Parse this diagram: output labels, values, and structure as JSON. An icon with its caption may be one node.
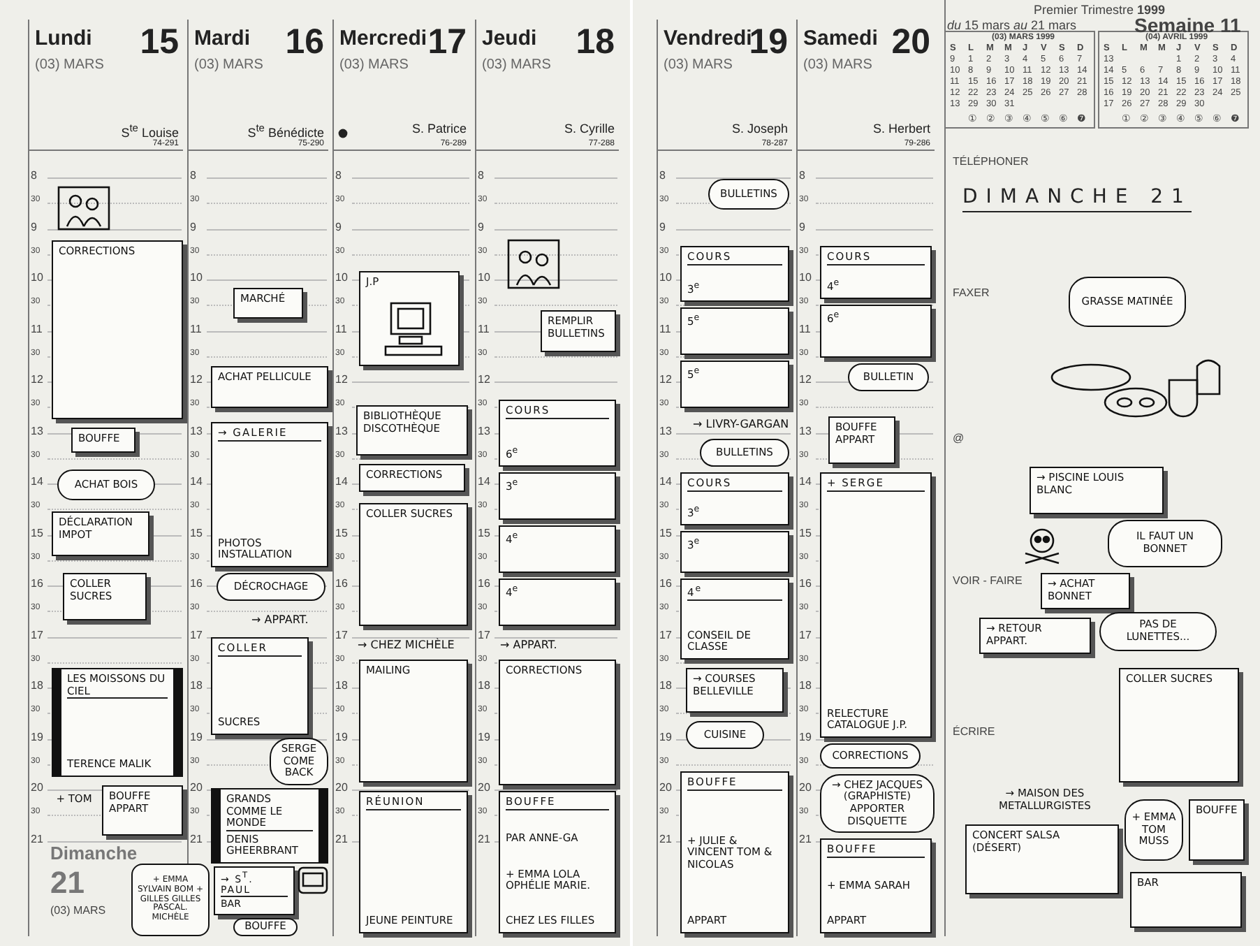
{
  "diagram": {
    "nodes": [
      {
        "text": [
          "Lundi",
          "15",
          "(03) MARS",
          "S$^{te}$ Louise",
          "74-291"
        ]
      },
      {
        "text": [
          "CORRECTIONS"
        ],
        "in": 0
      },
      {
        "text": [
          "BOUFFE"
        ],
        "in": 0
      },
      {
        "text": [
          "ACHAT BOIS"
        ],
        "in": 0
      },
      {
        "text": [
          "DÉCLARATION IMPOT"
        ],
        "in": 0
      },
      {
        "text": [
          "COLLER SUCRES"
        ],
        "in": 0
      },
      {
        "text": [
          "LES MOISSONS DU CIEL",
          "TERENCE MALIK"
        ],
        "in": 0
      },
      {
        "text": [
          "BOUFFE APPART"
        ],
        "in": 0,
        "beside": [
          "+ TOM"
        ]
      },
      {
        "text": [
          "Mardi",
          "16",
          "(03) MARS",
          "S$^{te}$ Bénédicte",
          "75-290"
        ]
      },
      {
        "text": [
          "MARCHÉ"
        ],
        "in": 8
      },
      {
        "text": [
          "ACHAT PELLICULE"
        ],
        "in": 8
      },
      {
        "text": [
          "→ GALERIE",
          "PHOTOS INSTALLATION"
        ],
        "in": 8
      },
      {
        "text": [
          "DÉCROCHAGE"
        ],
        "in": 8
      },
      {
        "text": [
          "COLLER",
          "SUCRES"
        ],
        "in": 8
      },
      {
        "text": [
          "SERGE COME BACK"
        ],
        "in": 8
      },
      {
        "text": [
          "GRANDS COMME LE MONDE",
          "DENIS GHEERBRANT"
        ],
        "in": 8
      },
      {
        "text": [
          "→ S$^{T}$. PAUL",
          "BAR"
        ],
        "in": 8
      },
      {
        "text": [
          "BOUFFE"
        ],
        "in": 8
      },
      {
        "text": [
          "+ EMMA SYLVAIN BOM + GILLES GILLES PASCAL. MICHÈLE"
        ]
      },
      {
        "text": [
          "Mercredi",
          "17",
          "(03) MARS",
          "S. Patrice",
          "76-289"
        ]
      },
      {
        "text": [
          "J.P"
        ],
        "in": 19
      },
      {
        "text": [
          "BIBLIOTHÈQUE DISCOTHÈQUE"
        ],
        "in": 19
      },
      {
        "text": [
          "CORRECTIONS"
        ],
        "in": 19
      },
      {
        "text": [
          "COLLER SUCRES"
        ],
        "in": 19
      },
      {
        "text": [
          "MAILING"
        ],
        "in": 19
      },
      {
        "text": [
          "RÉUNION",
          "JEUNE PEINTURE"
        ],
        "in": 19
      },
      {
        "text": [
          "Jeudi",
          "18",
          "(03) MARS",
          "S. Cyrille",
          "77-288"
        ]
      },
      {
        "text": [
          "REMPLIR BULLETINS"
        ],
        "in": 26
      },
      {
        "text": [
          "COURS",
          "6$^{e}$"
        ],
        "in": 26
      },
      {
        "text": [
          "3$^{e}$"
        ],
        "in": 26
      },
      {
        "text": [
          "4$^{e}$"
        ],
        "in": 26
      },
      {
        "text": [
          "4$^{e}$"
        ],
        "in": 26
      },
      {
        "text": [
          "CORRECTIONS"
        ],
        "in": 26
      },
      {
        "text": [
          "BOUFFE",
          "PAR ANNE-GA",
          "+ EMMA LOLA OPHÉLIE MARIE.",
          "CHEZ LES FILLES"
        ],
        "in": 26
      },
      {
        "text": [
          "Vendredi",
          "19",
          "(03) MARS",
          "S. Joseph",
          "78-287"
        ]
      },
      {
        "text": [
          "BULLETINS"
        ],
        "in": 34
      },
      {
        "text": [
          "COURS",
          "3$^{e}$"
        ],
        "in": 34
      },
      {
        "text": [
          "5$^{e}$"
        ],
        "in": 34
      },
      {
        "text": [
          "5$^{e}$"
        ],
        "in": 34
      },
      {
        "text": [
          "BULLETINS"
        ],
        "in": 34
      },
      {
        "text": [
          "COURS",
          "3$^{e}$"
        ],
        "in": 34
      },
      {
        "text": [
          "3$^{e}$"
        ],
        "in": 34
      },
      {
        "text": [
          "4$^{e}$",
          "CONSEIL DE CLASSE"
        ],
        "in": 34
      },
      {
        "text": [
          "→ COURSES BELLEVILLE"
        ],
        "in": 34
      },
      {
        "text": [
          "CUISINE"
        ],
        "in": 34
      },
      {
        "text": [
          "BOUFFE",
          "+ JULIE & VINCENT TOM & NICOLAS",
          "APPART"
        ],
        "in": 34
      },
      {
        "text": [
          "Samedi",
          "20",
          "(03) MARS",
          "S. Herbert",
          "79-286"
        ]
      },
      {
        "text": [
          "COURS",
          "4$^{e}$"
        ],
        "in": 46
      },
      {
        "text": [
          "6$^{e}$"
        ],
        "in": 46
      },
      {
        "text": [
          "BULLETIN"
        ],
        "in": 46
      },
      {
        "text": [
          "BOUFFE APPART"
        ],
        "in": 46
      },
      {
        "text": [
          "+ SERGE",
          "RELECTURE CATALOGUE J.P."
        ],
        "in": 46
      },
      {
        "text": [
          "CORRECTIONS"
        ],
        "in": 46
      },
      {
        "text": [
          "→ CHEZ JACQUES (GRAPHISTE) APPORTER DISQUETTE"
        ],
        "in": 46
      },
      {
        "text": [
          "BOUFFE",
          "+ EMMA SARAH",
          "APPART"
        ],
        "in": 46
      },
      {
        "text": [
          "DIMANCHE 21"
        ]
      },
      {
        "text": [
          "GRASSE MATINÉE"
        ],
        "in": 55
      },
      {
        "text": [
          "→ PISCINE LOUIS BLANC"
        ],
        "in": 55
      },
      {
        "text": [
          "IL FAUT UN BONNET"
        ],
        "in": 55
      },
      {
        "text": [
          "→ ACHAT BONNET"
        ],
        "in": 55
      },
      {
        "text": [
          "→ RETOUR APPART."
        ],
        "in": 55
      },
      {
        "text": [
          "PAS DE LUNETTES..."
        ],
        "in": 55
      },
      {
        "text": [
          "COLLER SUCRES"
        ],
        "in": 55
      },
      {
        "text": [
          "CONCERT SALSA (DÉSERT)"
        ],
        "in": 55,
        "beside": [
          "→ MAISON DES METALLURGISTES"
        ]
      },
      {
        "text": [
          "+ EMMA TOM MUSS"
        ],
        "in": 55
      },
      {
        "text": [
          "BOUFFE"
        ],
        "in": 55
      },
      {
        "text": [
          "BAR"
        ],
        "in": 55
      }
    ],
    "labels": [
      "8",
      "30",
      "9",
      "30",
      "10",
      "30",
      "11",
      "30",
      "12",
      "30",
      "13",
      "30",
      "14",
      "30",
      "15",
      "30",
      "16",
      "30",
      "17",
      "30",
      "18",
      "30",
      "19",
      "30",
      "20",
      "30",
      "21",
      "8",
      "30",
      "9",
      "30",
      "10",
      "30",
      "11",
      "30",
      "12",
      "30",
      "13",
      "30",
      "14",
      "30",
      "15",
      "30",
      "16",
      "30",
      "17",
      "30",
      "18",
      "30",
      "19",
      "30",
      "20",
      "30",
      "21",
      "8",
      "30",
      "9",
      "30",
      "10",
      "30",
      "11",
      "30",
      "12",
      "30",
      "13",
      "30",
      "14",
      "30",
      "15",
      "30",
      "16",
      "30",
      "17",
      "30",
      "18",
      "30",
      "19",
      "30",
      "20",
      "30",
      "21",
      "8",
      "30",
      "9",
      "30",
      "10",
      "30",
      "11",
      "30",
      "12",
      "30",
      "13",
      "30",
      "14",
      "30",
      "15",
      "30",
      "16",
      "30",
      "17",
      "30",
      "18",
      "30",
      "19",
      "30",
      "20",
      "30",
      "21",
      "8",
      "30",
      "9",
      "30",
      "10",
      "30",
      "11",
      "30",
      "12",
      "30",
      "13",
      "30",
      "14",
      "30",
      "15",
      "30",
      "16",
      "30",
      "17",
      "30",
      "18",
      "30",
      "19",
      "30",
      "20",
      "30",
      "21",
      "8",
      "30",
      "9",
      "30",
      "10",
      "30",
      "11",
      "30",
      "12",
      "30",
      "13",
      "30",
      "14",
      "30",
      "15",
      "30",
      "16",
      "30",
      "17",
      "30",
      "18",
      "30",
      "19",
      "30",
      "20",
      "30",
      "21",
      "→ APPART.",
      "→ CHEZ MICHÈLE",
      "→ APPART.",
      "→ LIVRY-GARGAN",
      "Premier Trimestre **1999**",
      "*du* 15 mars *au* 21 mars",
      "Semaine 11",
      "(03) MARS 1999",
      "S",
      "L",
      "M",
      "M",
      "J",
      "V",
      "S",
      "D",
      "9",
      "1",
      "2",
      "3",
      "4",
      "5",
      "6",
      "7",
      "10",
      "8",
      "9",
      "10",
      "11",
      "12",
      "13",
      "14",
      "11",
      "15",
      "16",
      "17",
      "18",
      "19",
      "20",
      "21",
      "12",
      "22",
      "23",
      "24",
      "25",
      "26",
      "27",
      "28",
      "13",
      "29",
      "30",
      "31",
      "(04) AVRIL 1999",
      "S",
      "L",
      "M",
      "M",
      "J",
      "V",
      "S",
      "D",
      "13",
      "1",
      "2",
      "3",
      "4",
      "14",
      "5",
      "6",
      "7",
      "8",
      "9",
      "10",
      "11",
      "15",
      "12",
      "13",
      "14",
      "15",
      "16",
      "17",
      "18",
      "16",
      "19",
      "20",
      "21",
      "22",
      "23",
      "24",
      "25",
      "17",
      "26",
      "27",
      "28",
      "29",
      "30",
      "①",
      "②",
      "③",
      "④",
      "⑤",
      "⑥",
      "❼",
      "①",
      "②",
      "③",
      "④",
      "⑤",
      "⑥",
      "❼",
      "TÉLÉPHONER",
      "FAXER",
      "@",
      "VOIR - FAIRE",
      "ÉCRIRE",
      "Dimanche",
      "21",
      "(03) MARS"
    ]
  }
}
